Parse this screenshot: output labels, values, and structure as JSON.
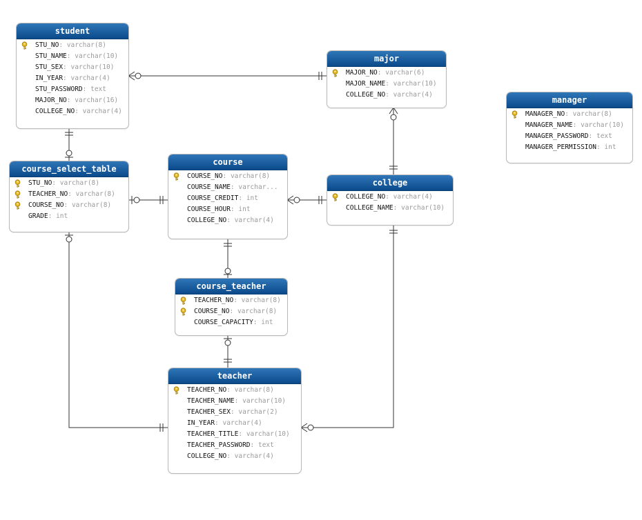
{
  "tables": {
    "student": {
      "name": "student",
      "columns": [
        {
          "name": "STU_NO",
          "type": "varchar(8)",
          "pk": true
        },
        {
          "name": "STU_NAME",
          "type": "varchar(10)",
          "pk": false
        },
        {
          "name": "STU_SEX",
          "type": "varchar(10)",
          "pk": false
        },
        {
          "name": "IN_YEAR",
          "type": "varchar(4)",
          "pk": false
        },
        {
          "name": "STU_PASSWORD",
          "type": "text",
          "pk": false
        },
        {
          "name": "MAJOR_NO",
          "type": "varchar(16)",
          "pk": false
        },
        {
          "name": "COLLEGE_NO",
          "type": "varchar(4)",
          "pk": false
        }
      ]
    },
    "major": {
      "name": "major",
      "columns": [
        {
          "name": "MAJOR_NO",
          "type": "varchar(6)",
          "pk": true
        },
        {
          "name": "MAJOR_NAME",
          "type": "varchar(10)",
          "pk": false
        },
        {
          "name": "COLLEGE_NO",
          "type": "varchar(4)",
          "pk": false
        }
      ]
    },
    "manager": {
      "name": "manager",
      "columns": [
        {
          "name": "MANAGER_NO",
          "type": "varchar(8)",
          "pk": true
        },
        {
          "name": "MANAGER_NAME",
          "type": "varchar(10)",
          "pk": false
        },
        {
          "name": "MANAGER_PASSWORD",
          "type": "text",
          "pk": false
        },
        {
          "name": "MANAGER_PERMISSION",
          "type": "int",
          "pk": false
        }
      ]
    },
    "course_select_table": {
      "name": "course_select_table",
      "columns": [
        {
          "name": "STU_NO",
          "type": "varchar(8)",
          "pk": true
        },
        {
          "name": "TEACHER_NO",
          "type": "varchar(8)",
          "pk": true
        },
        {
          "name": "COURSE_NO",
          "type": "varchar(8)",
          "pk": true
        },
        {
          "name": "GRADE",
          "type": "int",
          "pk": false
        }
      ]
    },
    "course": {
      "name": "course",
      "columns": [
        {
          "name": "COURSE_NO",
          "type": "varchar(8)",
          "pk": true
        },
        {
          "name": "COURSE_NAME",
          "type": "varchar...",
          "pk": false
        },
        {
          "name": "COURSE_CREDIT",
          "type": "int",
          "pk": false
        },
        {
          "name": "COURSE_HOUR",
          "type": "int",
          "pk": false
        },
        {
          "name": "COLLEGE_NO",
          "type": "varchar(4)",
          "pk": false
        }
      ]
    },
    "college": {
      "name": "college",
      "columns": [
        {
          "name": "COLLEGE_NO",
          "type": "varchar(4)",
          "pk": true
        },
        {
          "name": "COLLEGE_NAME",
          "type": "varchar(10)",
          "pk": false
        }
      ]
    },
    "course_teacher": {
      "name": "course_teacher",
      "columns": [
        {
          "name": "TEACHER_NO",
          "type": "varchar(8)",
          "pk": true
        },
        {
          "name": "COURSE_NO",
          "type": "varchar(8)",
          "pk": true
        },
        {
          "name": "COURSE_CAPACITY",
          "type": "int",
          "pk": false
        }
      ]
    },
    "teacher": {
      "name": "teacher",
      "columns": [
        {
          "name": "TEACHER_NO",
          "type": "varchar(8)",
          "pk": true
        },
        {
          "name": "TEACHER_NAME",
          "type": "varchar(10)",
          "pk": false
        },
        {
          "name": "TEACHER_SEX",
          "type": "varchar(2)",
          "pk": false
        },
        {
          "name": "IN_YEAR",
          "type": "varchar(4)",
          "pk": false
        },
        {
          "name": "TEACHER_TITLE",
          "type": "varchar(10)",
          "pk": false
        },
        {
          "name": "TEACHER_PASSWORD",
          "type": "text",
          "pk": false
        },
        {
          "name": "COLLEGE_NO",
          "type": "varchar(4)",
          "pk": false
        }
      ]
    }
  },
  "column_separator": ":",
  "key_icon": "primary-key-icon",
  "colors": {
    "header_top": "#2f76b8",
    "header_bottom": "#0b4a8a",
    "key_gold": "#e8b820",
    "line": "#333333"
  },
  "relationships": [
    {
      "from": "student",
      "to": "major",
      "from_end": "zero-or-many",
      "to_end": "exactly-one"
    },
    {
      "from": "major",
      "to": "college",
      "from_end": "zero-or-many",
      "to_end": "exactly-one"
    },
    {
      "from": "student",
      "to": "course_select_table",
      "from_end": "exactly-one",
      "to_end": "zero-or-one"
    },
    {
      "from": "course_select_table",
      "to": "course",
      "from_end": "zero-or-one",
      "to_end": "exactly-one"
    },
    {
      "from": "course",
      "to": "college",
      "from_end": "zero-or-many",
      "to_end": "exactly-one"
    },
    {
      "from": "course",
      "to": "course_teacher",
      "from_end": "exactly-one",
      "to_end": "zero-or-one"
    },
    {
      "from": "course_teacher",
      "to": "teacher",
      "from_end": "zero-or-one",
      "to_end": "exactly-one"
    },
    {
      "from": "course_select_table",
      "to": "teacher",
      "from_end": "zero-or-one",
      "to_end": "exactly-one"
    },
    {
      "from": "teacher",
      "to": "college",
      "from_end": "zero-or-many",
      "to_end": "exactly-one"
    }
  ]
}
